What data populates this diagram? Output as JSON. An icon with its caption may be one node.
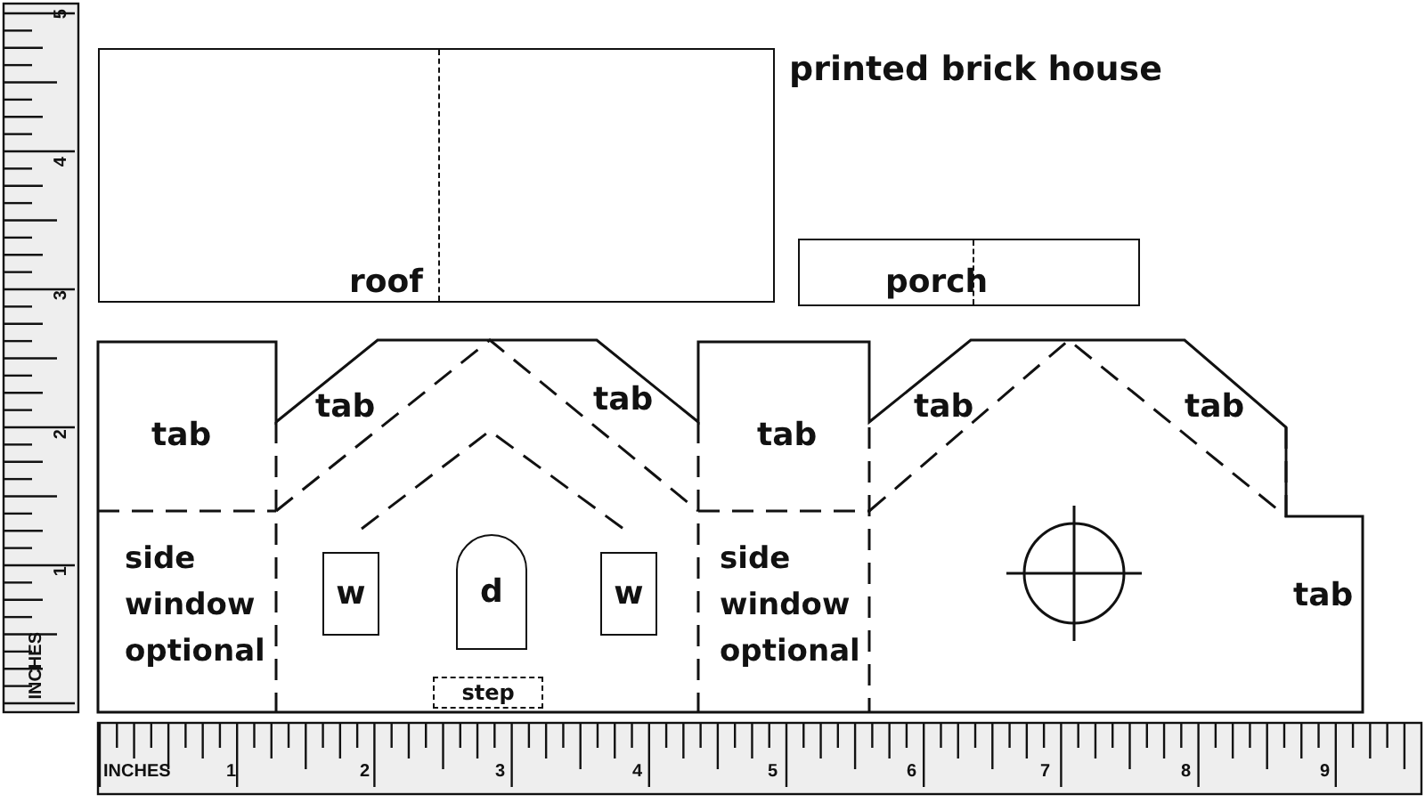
{
  "diagram": {
    "title": "printed brick house",
    "nodes": [
      {
        "text": [
          "roof"
        ]
      },
      {
        "text": [
          "porch"
        ]
      },
      {
        "text": [
          "w"
        ]
      },
      {
        "text": [
          "d"
        ]
      },
      {
        "text": [
          "w"
        ]
      },
      {
        "text": [
          "step"
        ]
      }
    ],
    "labels": [
      "tab",
      "tab",
      "tab",
      "tab",
      "tab",
      "tab",
      "side window optional",
      "side window optional",
      "tab",
      "5",
      "4",
      "3",
      "2",
      "1",
      "INCHES",
      "INCHES",
      "1",
      "2",
      "3",
      "4",
      "5",
      "6",
      "7",
      "8",
      "9"
    ]
  }
}
